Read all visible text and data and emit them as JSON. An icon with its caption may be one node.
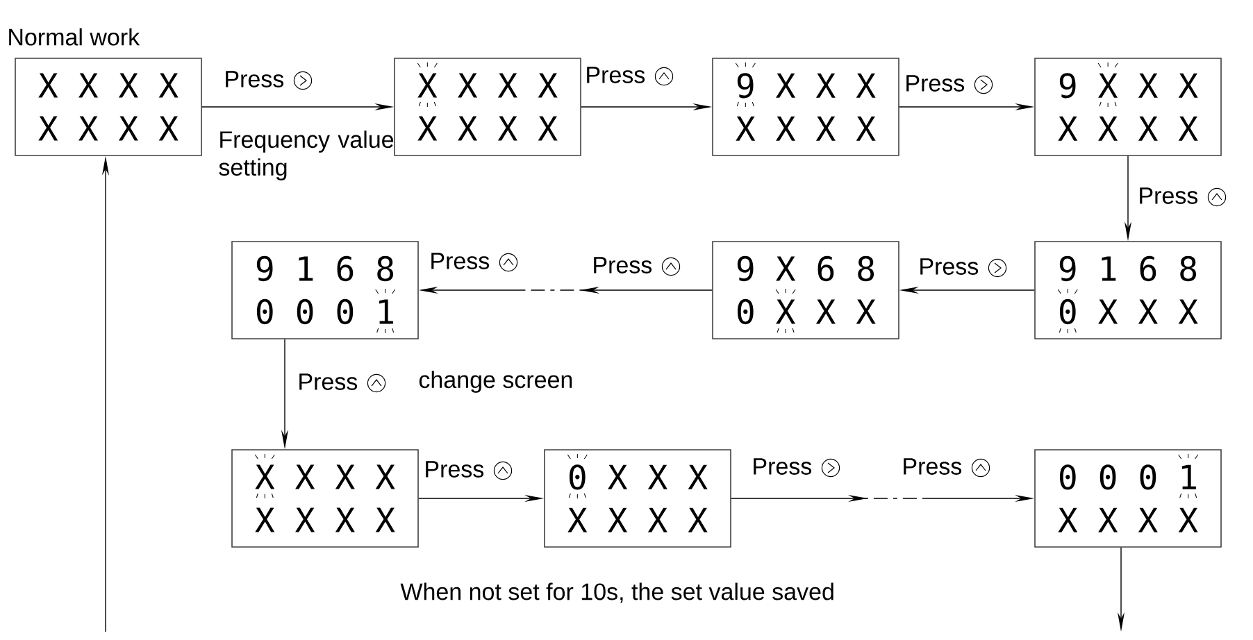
{
  "diagram": {
    "nodes": [
      {
        "text": [
          "Normal work",
          "X X X X",
          "X X X X"
        ]
      },
      {
        "text": [
          "X X X X",
          "X X X X"
        ]
      },
      {
        "text": [
          "9 X X X",
          "X X X X"
        ]
      },
      {
        "text": [
          "9 X X X",
          "X X X X"
        ]
      },
      {
        "text": [
          "9 1 6 8",
          "0 X X X"
        ]
      },
      {
        "text": [
          "9 X 6 8",
          "0 X X X"
        ]
      },
      {
        "text": [
          "9 1 6 8",
          "0 0 0 1"
        ]
      },
      {
        "text": [
          "X X X X",
          "X X X X"
        ]
      },
      {
        "text": [
          "0 X X X",
          "X X X X"
        ]
      },
      {
        "text": [
          "0 0 0 1",
          "X X X X"
        ]
      }
    ],
    "edges": [
      {
        "from": 0,
        "to": 1,
        "arrow": "to",
        "label": "Press"
      },
      {
        "from": 1,
        "to": 2,
        "arrow": "to",
        "label": "Press"
      },
      {
        "from": 2,
        "to": 3,
        "arrow": "to",
        "label": "Press"
      },
      {
        "from": 3,
        "to": 4,
        "arrow": "to",
        "label": "Press"
      },
      {
        "from": 4,
        "to": 5,
        "arrow": "to",
        "label": "Press"
      },
      {
        "from": 5,
        "to": 6,
        "arrow": "to",
        "label": "Press",
        "style": "dashed"
      },
      {
        "from": 6,
        "to": 7,
        "arrow": "to",
        "label": "Press"
      },
      {
        "from": 7,
        "to": 8,
        "arrow": "to",
        "label": "Press"
      },
      {
        "from": 8,
        "to": 9,
        "arrow": "to",
        "label": "Press",
        "style": "dashed"
      },
      {
        "from": 9,
        "to": null,
        "arrow": "to"
      },
      {
        "from": null,
        "to": 0,
        "arrow": "to"
      }
    ],
    "labels": [
      "Frequency value setting",
      "Press",
      "change screen",
      "Press",
      "When not set for 10s, the set value saved"
    ]
  }
}
